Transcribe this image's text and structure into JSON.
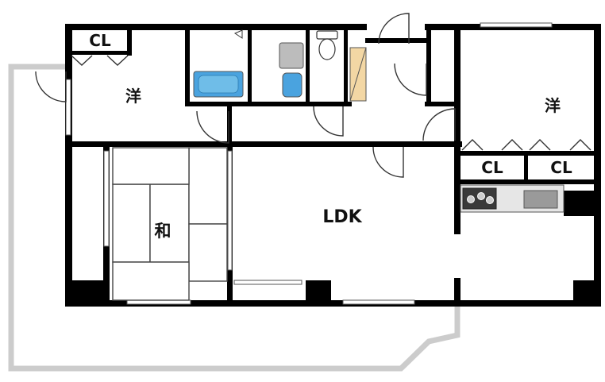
{
  "floorplan": {
    "rooms": {
      "western_room_1": {
        "label": "洋"
      },
      "western_room_2": {
        "label": "洋"
      },
      "japanese_room": {
        "label": "和"
      },
      "ldk": {
        "label": "LDK"
      }
    },
    "closets": [
      {
        "label": "CL"
      },
      {
        "label": "CL"
      },
      {
        "label": "CL"
      }
    ],
    "colors": {
      "wall": "#000000",
      "balcony_outline": "#cccccc",
      "bathtub_blue": "#4aa3df",
      "storage_beige": "#f3d7a4",
      "appliance_gray": "#bcbcbc",
      "stove": "#3a3a3a"
    }
  }
}
